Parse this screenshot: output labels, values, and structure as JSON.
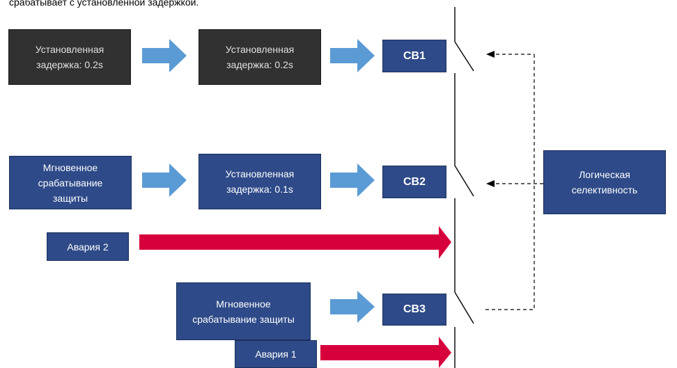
{
  "header": {
    "text": "срабатывает с установленной задержкой."
  },
  "row1": {
    "box_left": {
      "line1": "Установленная",
      "line2": "задержка: 0.2s"
    },
    "box_mid": {
      "line1": "Установленная",
      "line2": "задержка: 0.2s"
    },
    "breaker": "CB1"
  },
  "row2": {
    "box_left": {
      "line1": "Мгновенное",
      "line2": "срабатывание",
      "line3": "защиты"
    },
    "box_mid": {
      "line1": "Установленная",
      "line2": "задержка: 0.1s"
    },
    "breaker": "CB2"
  },
  "fault2": "Авария 2",
  "row3": {
    "box_left": {
      "line1": "Мгновенное",
      "line2": "срабатывание защиты"
    },
    "breaker": "CB3"
  },
  "fault1": "Авария 1",
  "logic_box": {
    "line1": "Логическая",
    "line2": "селективность"
  },
  "colors": {
    "dark_box": "#313131",
    "navy_box": "#2e4a88",
    "blue_arrow": "#5b9bd5",
    "red_arrow": "#d6003c"
  }
}
